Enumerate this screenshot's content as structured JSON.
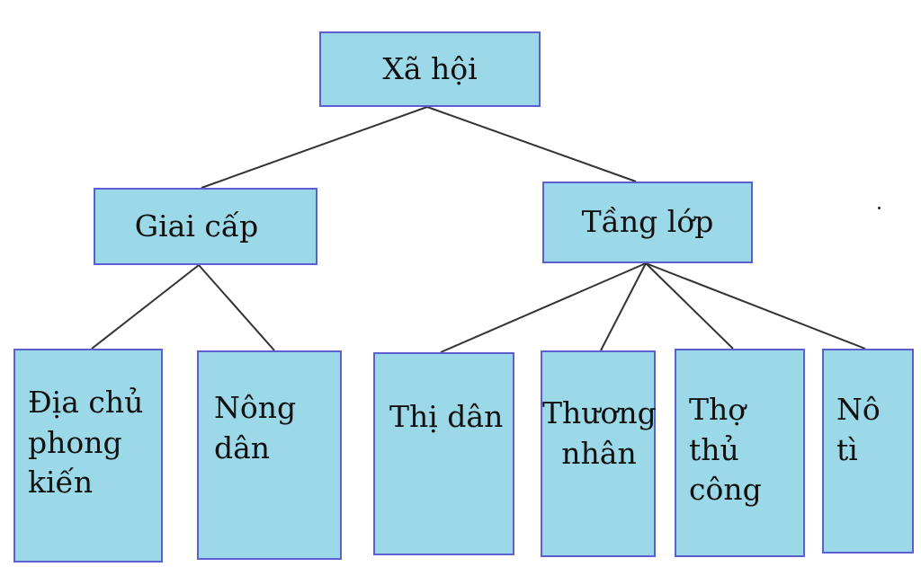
{
  "root": {
    "label": "Xã hội"
  },
  "branches": [
    {
      "label": "Giai cấp",
      "children": [
        {
          "label": "Địa chủ\nphong\nkiến"
        },
        {
          "label": "Nông\ndân"
        }
      ]
    },
    {
      "label": "Tầng lớp",
      "children": [
        {
          "label": "Thị dân"
        },
        {
          "label": "Thương\nnhân"
        },
        {
          "label": "Thợ\nthủ\ncông"
        },
        {
          "label": "Nô\ntì"
        }
      ]
    }
  ],
  "colors": {
    "box_fill": "#9cd9e8",
    "box_border": "#5b5fd0",
    "connector": "#333333",
    "text": "#111111"
  }
}
